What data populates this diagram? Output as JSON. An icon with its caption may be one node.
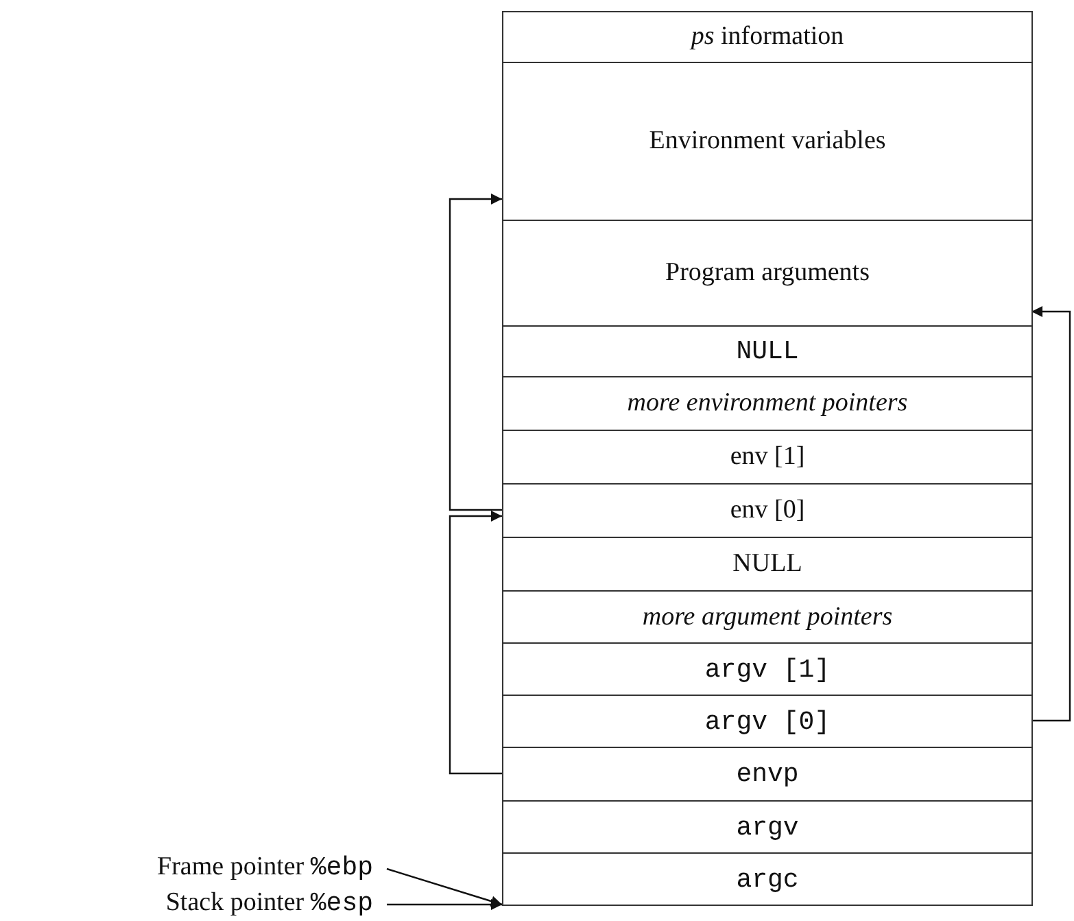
{
  "diagram": {
    "nodes": [
      {
        "text": [
          "*ps* information"
        ]
      },
      {
        "text": [
          "Environment variables"
        ]
      },
      {
        "text": [
          "Program arguments"
        ]
      },
      {
        "text": [
          "NULL"
        ]
      },
      {
        "text": [
          "more environment pointers"
        ]
      },
      {
        "text": [
          "env [1]"
        ]
      },
      {
        "text": [
          "env [0]"
        ]
      },
      {
        "text": [
          "NULL"
        ]
      },
      {
        "text": [
          "more argument pointers"
        ]
      },
      {
        "text": [
          "argv [1]"
        ]
      },
      {
        "text": [
          "argv [0]"
        ]
      },
      {
        "text": [
          "envp"
        ]
      },
      {
        "text": [
          "argv"
        ]
      },
      {
        "text": [
          "argc"
        ]
      },
      {
        "text": [
          "Frame pointer %ebp"
        ]
      },
      {
        "text": [
          "Stack pointer %esp"
        ]
      }
    ],
    "edges": [
      {
        "from": 6,
        "to": 1,
        "arrow": "to"
      },
      {
        "from": 11,
        "to": 6,
        "arrow": "to"
      },
      {
        "from": 10,
        "to": 2,
        "arrow": "to"
      },
      {
        "from": 14,
        "to": 13,
        "arrow": "to"
      },
      {
        "from": 15,
        "to": 13,
        "arrow": "to"
      }
    ]
  }
}
